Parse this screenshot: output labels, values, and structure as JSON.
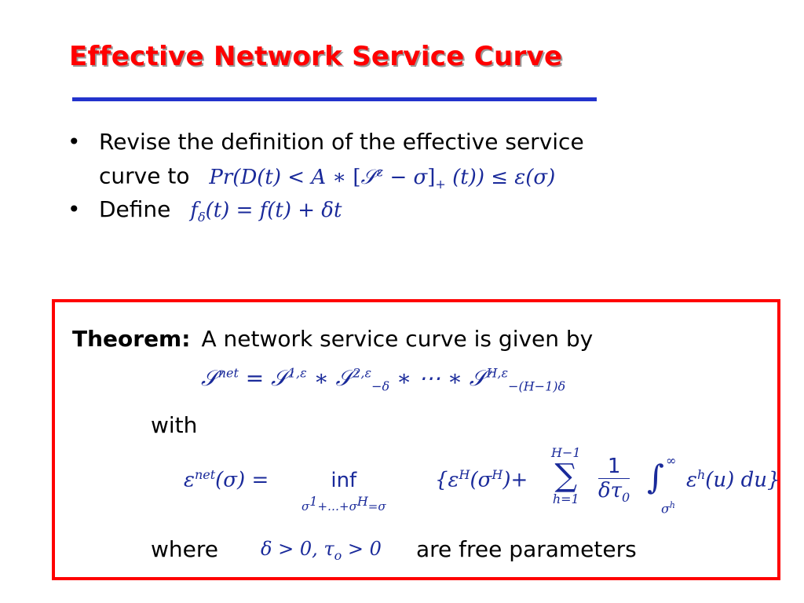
{
  "slide": {
    "title": "Effective Network Service Curve",
    "colors": {
      "title": "#ff0000",
      "rule": "#2233cc",
      "box_border": "#ff0000",
      "math": "#1a2a9a"
    }
  },
  "bullets": [
    {
      "text": "Revise the definition of the effective service curve to",
      "math": "Pr(D(t) < A ∗ [𝒮^ε − σ]₊ (t)) ≤ ε(σ)"
    },
    {
      "text": "Define",
      "math": "f_δ(t) = f(t) + δt"
    }
  ],
  "theorem": {
    "label": "Theorem:",
    "statement": "A network service curve is given by",
    "equation_net": "𝒮^net = 𝒮^{1,ε} ∗ 𝒮^{2,ε}_{−δ} ∗ ⋯ ∗ 𝒮^{H,ε}_{−(H−1)δ}",
    "with_label": "with",
    "equation_eps": "ε^net(σ) = inf_{σ¹+…+σ^H=σ} {ε^H(σ^H) + Σ_{h=1}^{H−1} (1/(δτ₀)) ∫_{σ^h}^{∞} ε^h(u) du}",
    "where_label": "where",
    "where_math": "δ > 0, τₒ > 0",
    "where_tail": "are free parameters"
  }
}
